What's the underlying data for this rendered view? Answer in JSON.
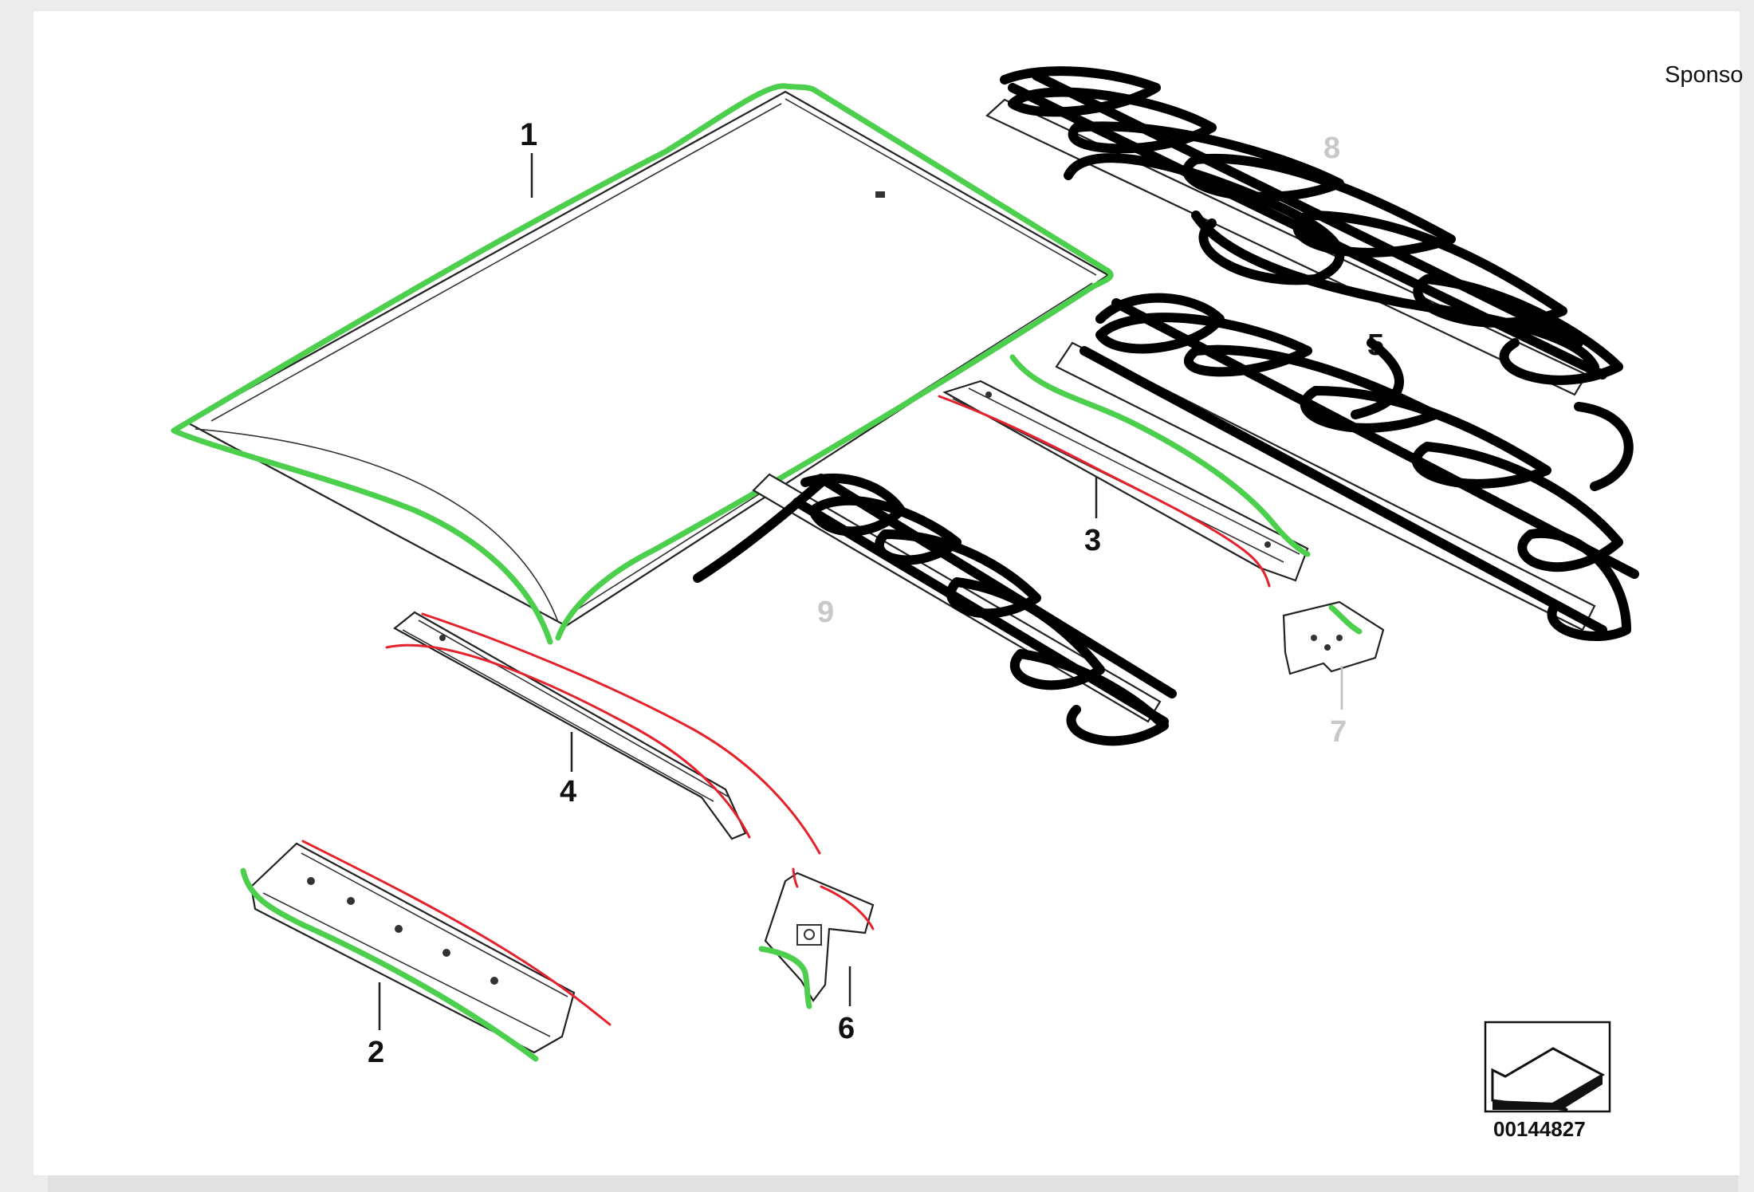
{
  "sponsor_text": "Sponso",
  "diagram_code": "00144827",
  "part_labels": {
    "p1": "1",
    "p2": "2",
    "p3": "3",
    "p4": "4",
    "p5": "5",
    "p6": "6",
    "p7": "7",
    "p8": "8",
    "p9": "9"
  },
  "colors": {
    "green_markup": "#4ccf4c",
    "red_markup": "#e5222b",
    "scribble": "#000000",
    "page_background": "#ffffff",
    "outer_background": "#ececec"
  },
  "icons": {
    "orientation_arrow": "front-direction-arrow-icon"
  }
}
